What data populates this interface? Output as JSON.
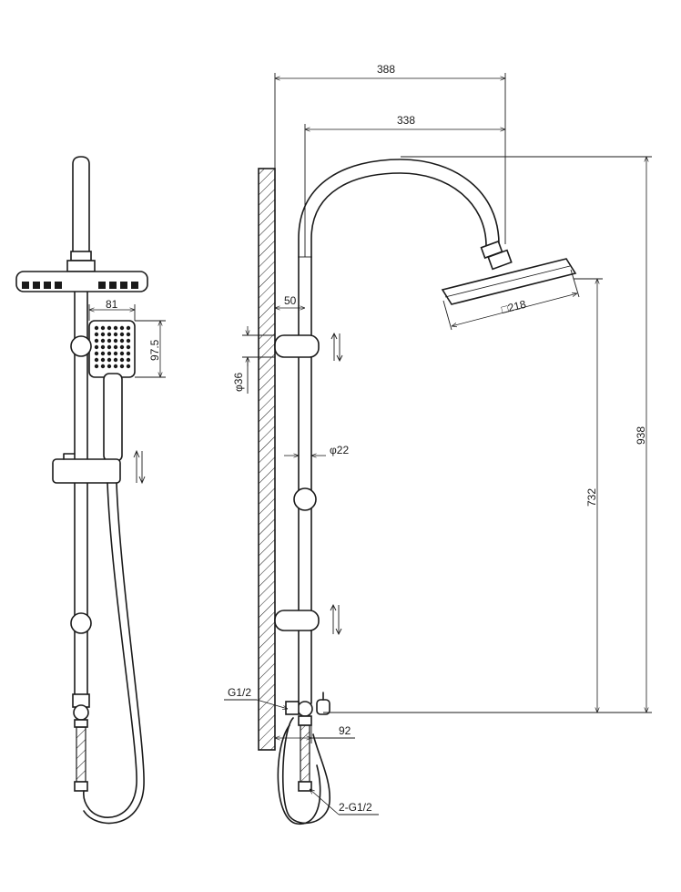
{
  "dimensions": {
    "total_width": "388",
    "arm_width": "338",
    "total_height": "938",
    "head_height": "732",
    "head_size": "□218",
    "wall_offset": "50",
    "bracket_dia": "φ36",
    "pipe_dia": "φ22",
    "inlet_offset": "92",
    "handshower_width": "81",
    "handshower_height": "97.5",
    "thread_inlet": "G1/2",
    "thread_outlet": "2-G1/2"
  }
}
